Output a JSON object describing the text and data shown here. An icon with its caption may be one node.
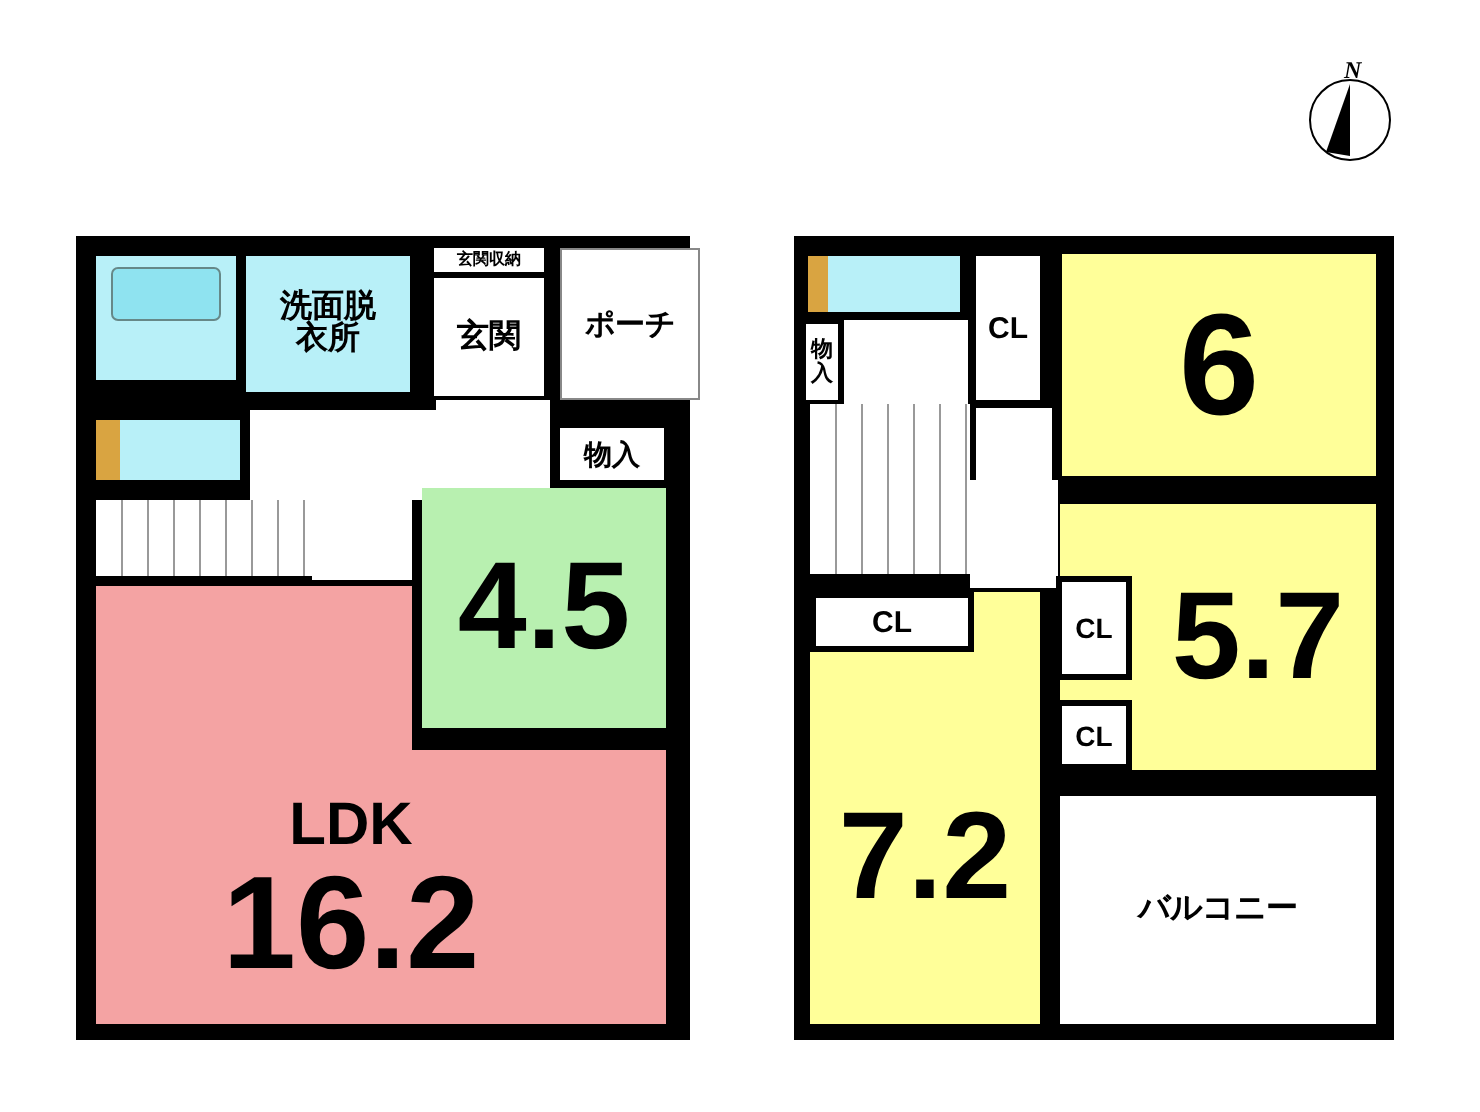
{
  "diagram": {
    "nodes": [
      {
        "text": [
          "洗面脱衣所"
        ]
      },
      {
        "text": [
          "玄関収納"
        ]
      },
      {
        "text": [
          "玄関"
        ]
      },
      {
        "text": [
          "ポーチ"
        ]
      },
      {
        "text": [
          "物入"
        ]
      },
      {
        "text": [
          "4.5"
        ]
      },
      {
        "text": [
          "LDK",
          "16.2"
        ]
      },
      {
        "text": [
          "物入"
        ]
      },
      {
        "text": [
          "CL"
        ]
      },
      {
        "text": [
          "6"
        ]
      },
      {
        "text": [
          "7.2"
        ]
      },
      {
        "text": [
          "CL"
        ],
        "in": 10
      },
      {
        "text": [
          "5.7"
        ]
      },
      {
        "text": [
          "CL"
        ],
        "in": 12
      },
      {
        "text": [
          "CL"
        ],
        "in": 12
      },
      {
        "text": [
          "バルコニー"
        ]
      }
    ],
    "edges": [],
    "labels": [
      "N"
    ]
  }
}
